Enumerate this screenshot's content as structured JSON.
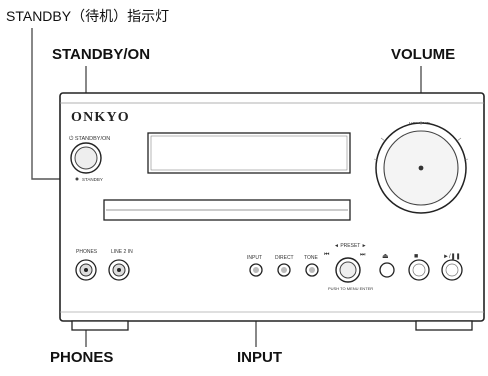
{
  "callouts": {
    "standby_indicator": "STANDBY（待机）指示灯",
    "standby_on": "STANDBY/ON",
    "volume": "VOLUME",
    "phones": "PHONES",
    "input": "INPUT"
  },
  "panel": {
    "brand": "ONKYO",
    "standby_on_label": "⏻ STANDBY/ON",
    "standby_led_label": "STANDBY",
    "volume_label": "VOLUME",
    "phones_label": "PHONES",
    "line_in_label": "LINE 2 IN",
    "input_label": "INPUT",
    "direct_label": "DIRECT",
    "tone_label": "TONE",
    "preset_label": "◄ PRESET ►",
    "preset_sub": "PUSH TO MENU ENTER",
    "skip_back_label": "⏮",
    "skip_fwd_label": "⏭",
    "eject_label": "⏏",
    "stop_label": "■",
    "play_pause_label": "►/❚❚"
  },
  "colors": {
    "panel_stroke": "#222222",
    "panel_fill": "#ffffff",
    "knob_fill": "#f4f4f4"
  }
}
